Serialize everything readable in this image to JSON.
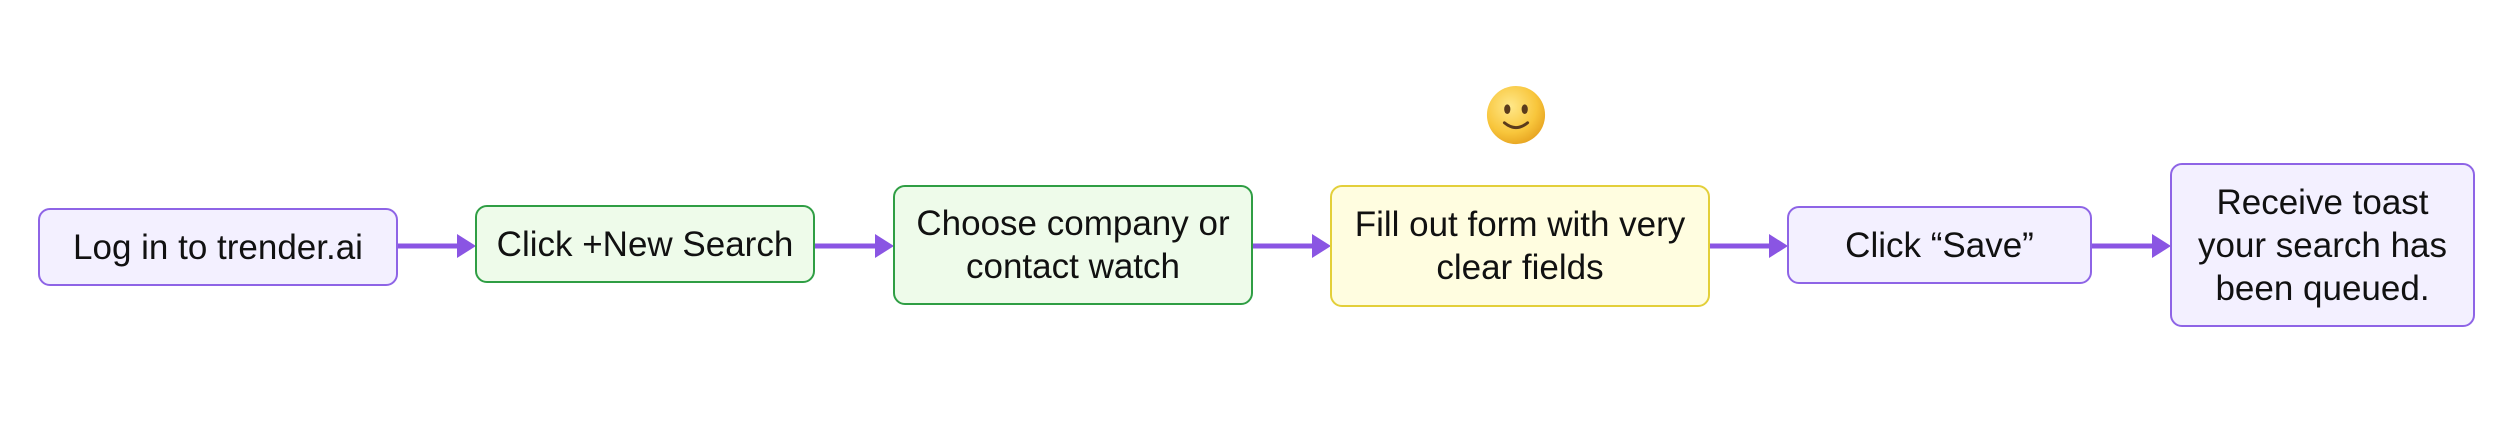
{
  "diagram": {
    "nodes": [
      {
        "id": "login",
        "label": "Log in to trender.ai",
        "color": "purple"
      },
      {
        "id": "new-search",
        "label": "Click +New Search",
        "color": "green"
      },
      {
        "id": "choose-watch",
        "label": "Choose company or contact watch",
        "color": "green"
      },
      {
        "id": "fill-form",
        "label": "Fill out form with very clear fields",
        "color": "yellow"
      },
      {
        "id": "save",
        "label": "Click “Save”",
        "color": "purple"
      },
      {
        "id": "toast",
        "label": "Receive toast your search has been queued.",
        "color": "purple"
      }
    ],
    "edges": [
      {
        "from": "login",
        "to": "new-search"
      },
      {
        "from": "new-search",
        "to": "choose-watch"
      },
      {
        "from": "choose-watch",
        "to": "fill-form"
      },
      {
        "from": "fill-form",
        "to": "save"
      },
      {
        "from": "save",
        "to": "toast"
      }
    ],
    "annotations": [
      {
        "type": "emoji",
        "icon": "slightly-smiling-face-icon",
        "attached_to": "fill-form"
      }
    ],
    "colors": {
      "purple_fill": "#f3f0ff",
      "purple_border": "#8e64e6",
      "green_fill": "#eefbea",
      "green_border": "#2f9e44",
      "yellow_fill": "#fffde0",
      "yellow_border": "#e3cf3a",
      "arrow": "#8a55e3"
    }
  }
}
